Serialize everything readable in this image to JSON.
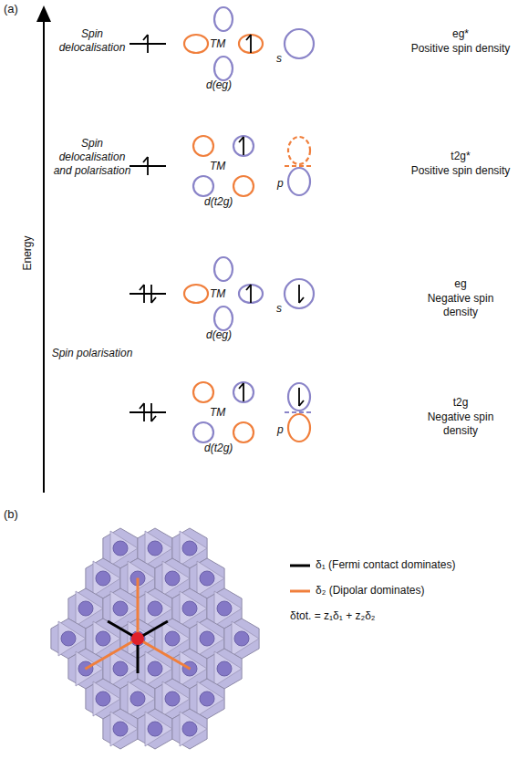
{
  "diagram": {
    "labels": [
      "(a)",
      "Energy",
      "Spin delocalisation",
      "Spin delocalisation and polarisation",
      "Spin polarisation",
      "TM",
      "d(eg)",
      "s",
      "eg*",
      "Positive spin density",
      "TM",
      "d(t2g)",
      "p",
      "t2g*",
      "Positive spin density",
      "TM",
      "d(eg)",
      "s",
      "eg",
      "Negative spin density",
      "TM",
      "d(t2g)",
      "p",
      "t2g",
      "Negative spin density",
      "(b)",
      "δtot. = z₁δ₁ + z₂δ₂"
    ],
    "legend": [
      {
        "text": "δ₁ (Fermi contact dominates)"
      },
      {
        "text": "δ₂ (Dipolar dominates)"
      }
    ]
  }
}
